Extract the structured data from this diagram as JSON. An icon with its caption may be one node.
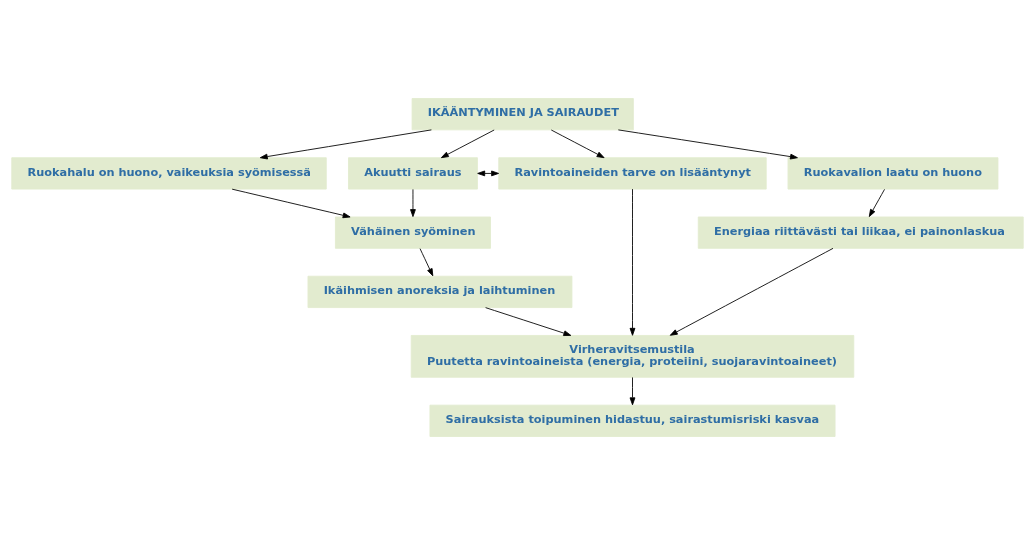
{
  "diagram": {
    "nodes": [
      {
        "text": [
          "IKÄÄNTYMINEN JA SAIRAUDET"
        ]
      },
      {
        "text": [
          "Ruokahalu on huono, vaikeuksia syömisessä"
        ]
      },
      {
        "text": [
          "Akuutti sairaus"
        ]
      },
      {
        "text": [
          "Ravintoaineiden tarve on lisääntynyt"
        ]
      },
      {
        "text": [
          "Ruokavalion laatu on huono"
        ]
      },
      {
        "text": [
          "Vähäinen syöminen"
        ]
      },
      {
        "text": [
          "Energiaa riittävästi tai liikaa, ei painonlaskua"
        ]
      },
      {
        "text": [
          "Ikäihmisen anoreksia ja laihtuminen"
        ]
      },
      {
        "text": [
          "Virheravitsemustila",
          "Puutetta ravintoaineista (energia, proteiini, suojaravintoaineet)"
        ]
      },
      {
        "text": [
          "Sairauksista toipuminen hidastuu, sairastumisriski kasvaa"
        ]
      }
    ],
    "edges": [
      {
        "from": 0,
        "to": 1,
        "arrow": "to"
      },
      {
        "from": 0,
        "to": 2,
        "arrow": "to"
      },
      {
        "from": 0,
        "to": 3,
        "arrow": "to"
      },
      {
        "from": 0,
        "to": 4,
        "arrow": "to"
      },
      {
        "from": 2,
        "to": 3,
        "arrow": "both"
      },
      {
        "from": 1,
        "to": 5,
        "arrow": "to"
      },
      {
        "from": 2,
        "to": 5,
        "arrow": "to"
      },
      {
        "from": 4,
        "to": 6,
        "arrow": "to"
      },
      {
        "from": 5,
        "to": 7,
        "arrow": "to"
      },
      {
        "from": 7,
        "to": 8,
        "arrow": "to"
      },
      {
        "from": 3,
        "to": 8,
        "arrow": "to"
      },
      {
        "from": 6,
        "to": 8,
        "arrow": "to"
      },
      {
        "from": 8,
        "to": 9,
        "arrow": "to"
      }
    ]
  }
}
